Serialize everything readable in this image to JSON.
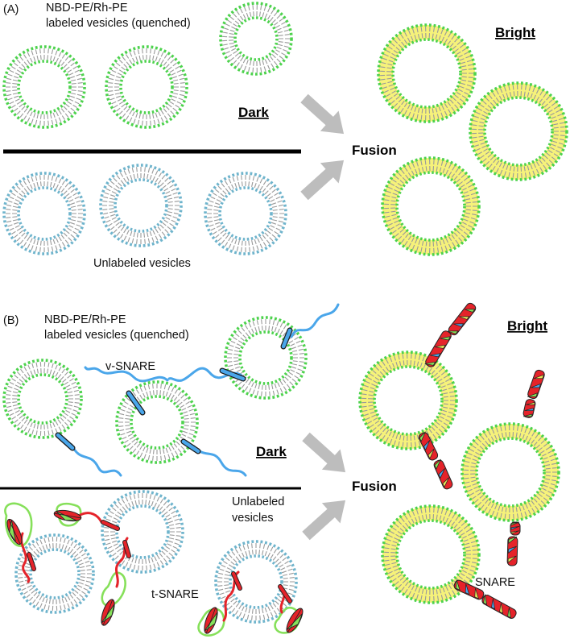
{
  "panel_a": {
    "letter": "(A)",
    "labeled_line1": "NBD-PE/Rh-PE",
    "labeled_line2": "labeled vesicles (quenched)",
    "dark": "Dark",
    "unlabeled": "Unlabeled vesicles",
    "fusion": "Fusion",
    "bright": "Bright"
  },
  "panel_b": {
    "letter": "(B)",
    "labeled_line1": "NBD-PE/Rh-PE",
    "labeled_line2": "labeled vesicles (quenched)",
    "v_snare": "v-SNARE",
    "dark": "Dark",
    "unlabeled_line1": "Unlabeled",
    "unlabeled_line2": "vesicles",
    "t_snare": "t-SNARE",
    "fusion": "Fusion",
    "bright": "Bright",
    "snare": "SNARE"
  },
  "colors": {
    "lipid_head_green": "#4dd24d",
    "lipid_head_blue": "#6fb4cc",
    "lipid_tail": "#9a9a9a",
    "bright_fill": "#f6f27a",
    "v_snare": "#4aa6ea",
    "t_snare_red": "#e5232a",
    "t_snare_green": "#86e05a",
    "arrow": "#bdbdbd",
    "divider": "#000000"
  }
}
